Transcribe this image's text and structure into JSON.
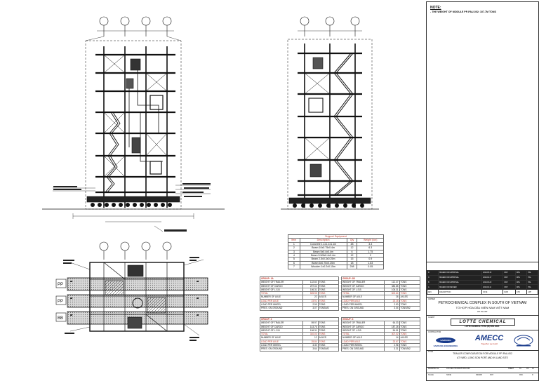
{
  "support_table": {
    "caption": "Support Equipment",
    "headers": [
      "Item",
      "Description",
      "Qty",
      "Weight (ton)"
    ],
    "rows": [
      [
        "1",
        "Concrete 1.1x1.1x1.1m",
        "48",
        "3.3"
      ],
      [
        "2",
        "Beam 10x0.75x0.4m",
        "12",
        "6.3"
      ],
      [
        "3",
        "Beam 5x0.4x0.4m",
        "6",
        "1.75"
      ],
      [
        "4",
        "Beam 5.5/6x0.4x0.4m",
        "12",
        "2"
      ],
      [
        "5",
        "Beam 2.5x0.3x0.25m",
        "15",
        "0.9"
      ],
      [
        "6",
        "Beam 6x0.75x0.25m",
        "18",
        "1.63"
      ],
      [
        "7",
        "Wooden 1x0.2x0.15m",
        "208",
        "0.05"
      ]
    ]
  },
  "groups": [
    {
      "name": "GROUP: 1A",
      "rows": [
        [
          "WEIGHT OF TRAILER",
          "122.60",
          "TONS"
        ],
        [
          "WEIGHT OF CARGO",
          "297.04",
          "TONS"
        ],
        [
          "WEIGHT OF L.S.B",
          "106.31",
          "TONS"
        ],
        [
          "TOTAL",
          "525.95",
          "TONS"
        ],
        [
          "NUMBER OF AXLE",
          "22",
          "AXLES"
        ],
        [
          "LOAD PER AXLE",
          "23.91",
          "TONS"
        ],
        [
          "LOAD PER WHEEL",
          "2.99",
          "TONS"
        ],
        [
          "PRES. ON GROUND",
          "3.07",
          "TONS/M2"
        ]
      ]
    },
    {
      "name": "GROUP: 1B",
      "rows": [
        [
          "WEIGHT OF TRAILER",
          "112.47",
          "TONS"
        ],
        [
          "WEIGHT OF CARGO",
          "383.85",
          "TONS"
        ],
        [
          "WEIGHT OF L.S.B",
          "106.31",
          "TONS"
        ],
        [
          "TOTAL",
          "602.64",
          "TONS"
        ],
        [
          "NUMBER OF AXLE",
          "26",
          "AXLES"
        ],
        [
          "LOAD PER AXLE",
          "23.18",
          "TONS"
        ],
        [
          "LOAD PER WHEEL",
          "2.90",
          "TONS"
        ],
        [
          "PRES. ON GROUND",
          "3.04",
          "TONS/M2"
        ]
      ]
    },
    {
      "name": "GROUP: 2",
      "rows": [
        [
          "WEIGHT OF TRAILER",
          "59.97",
          "TONS"
        ],
        [
          "WEIGHT OF CARGO",
          "143.76",
          "TONS"
        ],
        [
          "WEIGHT OF L.S.B",
          "106.31",
          "TONS"
        ],
        [
          "TOTAL",
          "310.03",
          "TONS"
        ],
        [
          "NUMBER OF AXLE",
          "12",
          "AXLES"
        ],
        [
          "LOAD PER AXLE",
          "25.84",
          "TONS"
        ],
        [
          "LOAD PER WHEEL",
          "3.30",
          "TONS"
        ],
        [
          "PRES. ON GROUND",
          "3.64",
          "TONS/M2"
        ]
      ]
    },
    {
      "name": "GROUP: 3",
      "rows": [
        [
          "WEIGHT OF TRAILER",
          "64.33",
          "TONS"
        ],
        [
          "WEIGHT OF CARGO",
          "187.28",
          "TONS"
        ],
        [
          "WEIGHT OF L.S.B",
          "54.51",
          "TONS"
        ],
        [
          "TOTAL",
          "307.02",
          "TONS"
        ],
        [
          "NUMBER OF AXLE",
          "14",
          "AXLES"
        ],
        [
          "LOAD PER AXLE",
          "23.67",
          "TONS"
        ],
        [
          "LOAD PER WHEEL",
          "2.96",
          "TONS"
        ],
        [
          "PRES. ON GROUND",
          "3.31",
          "TONS/M2"
        ]
      ]
    }
  ],
  "title_block": {
    "note_title": "NOTE:",
    "note_text": "- THE WEIGHT OF MODULE PP-PAU-002: 107.7M TONS",
    "rev_rows": [
      [
        "D",
        "ISSUED FOR APPROVAL",
        "2019.05.15",
        "KKH",
        "MHL",
        "HKL"
      ],
      [
        "C",
        "ISSUED FOR APPROVAL",
        "2019.04.17",
        "KKH",
        "MHL",
        "HKL"
      ],
      [
        "B",
        "ISSUED FOR APPROVAL",
        "2019.03.20",
        "KKH",
        "MHL",
        "HKL"
      ],
      [
        "A",
        "ISSUED FOR REVIEW",
        "2019.02.11",
        "KKH",
        "MHL",
        "HKL"
      ]
    ],
    "rev_header": [
      "REV",
      "DESCRIPTION",
      "DATE",
      "DWN",
      "CHK",
      "APP"
    ],
    "owner_label": "OWNER",
    "project_line1": "PETROCHEMICAL COMPLEX IN SOUTH OF VIETNAM",
    "project_line2": "TỔ HỢP HÓA DẦU MIỀN NAM VIỆT NAM",
    "project_line3": "PP PLANT",
    "client_label": "CLIENT",
    "client_name": "LOTTE CHEMICAL",
    "client_sub": "LOTTE CHEMICAL TITAN (M) SDN. BHD.",
    "contractor_label": "CONTRACTOR",
    "samsung_name": "SAMSUNG",
    "samsung_sub": "SAMSUNG ENGINEERING",
    "amecc_name": "AMECC",
    "amecc_sub": "Together we build",
    "title_label": "TITLE",
    "title_line1": "TRAILER CONFIGURATION FOR MODULE PP-PAU-002",
    "title_line2": "AT YARD, LONG SON PORT AND IN LAND SITE",
    "title_line3": "",
    "bottom_row1": [
      "DRAWING No.",
      "LCC-SEC-TR-004-PP-PAU-002",
      "SHEET",
      "01",
      "OF",
      "01"
    ],
    "bottom_row2": [
      "SCALE",
      "NONE",
      "DRAWN",
      "KKH",
      "REV.",
      "D"
    ]
  }
}
